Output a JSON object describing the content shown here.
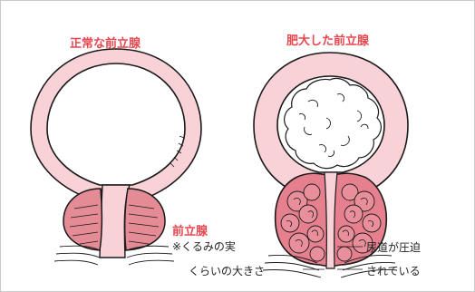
{
  "titles": {
    "normal": "正常な前立腺",
    "enlarged": "肥大した前立腺"
  },
  "labels": {
    "prostate": "前立腺",
    "walnut_line1": "※くるみの実",
    "walnut_line2": "くらいの大きさ",
    "compress_line1": "尿道が圧迫",
    "compress_line2": "されている"
  },
  "colors": {
    "title": "#e8474f",
    "outline": "#1a1a1a",
    "bladder_wall": "#f8d2d6",
    "prostate_tissue": "#e58b96",
    "enlarged_nodules": "#e7808e",
    "frame": "#c9c9c9"
  }
}
